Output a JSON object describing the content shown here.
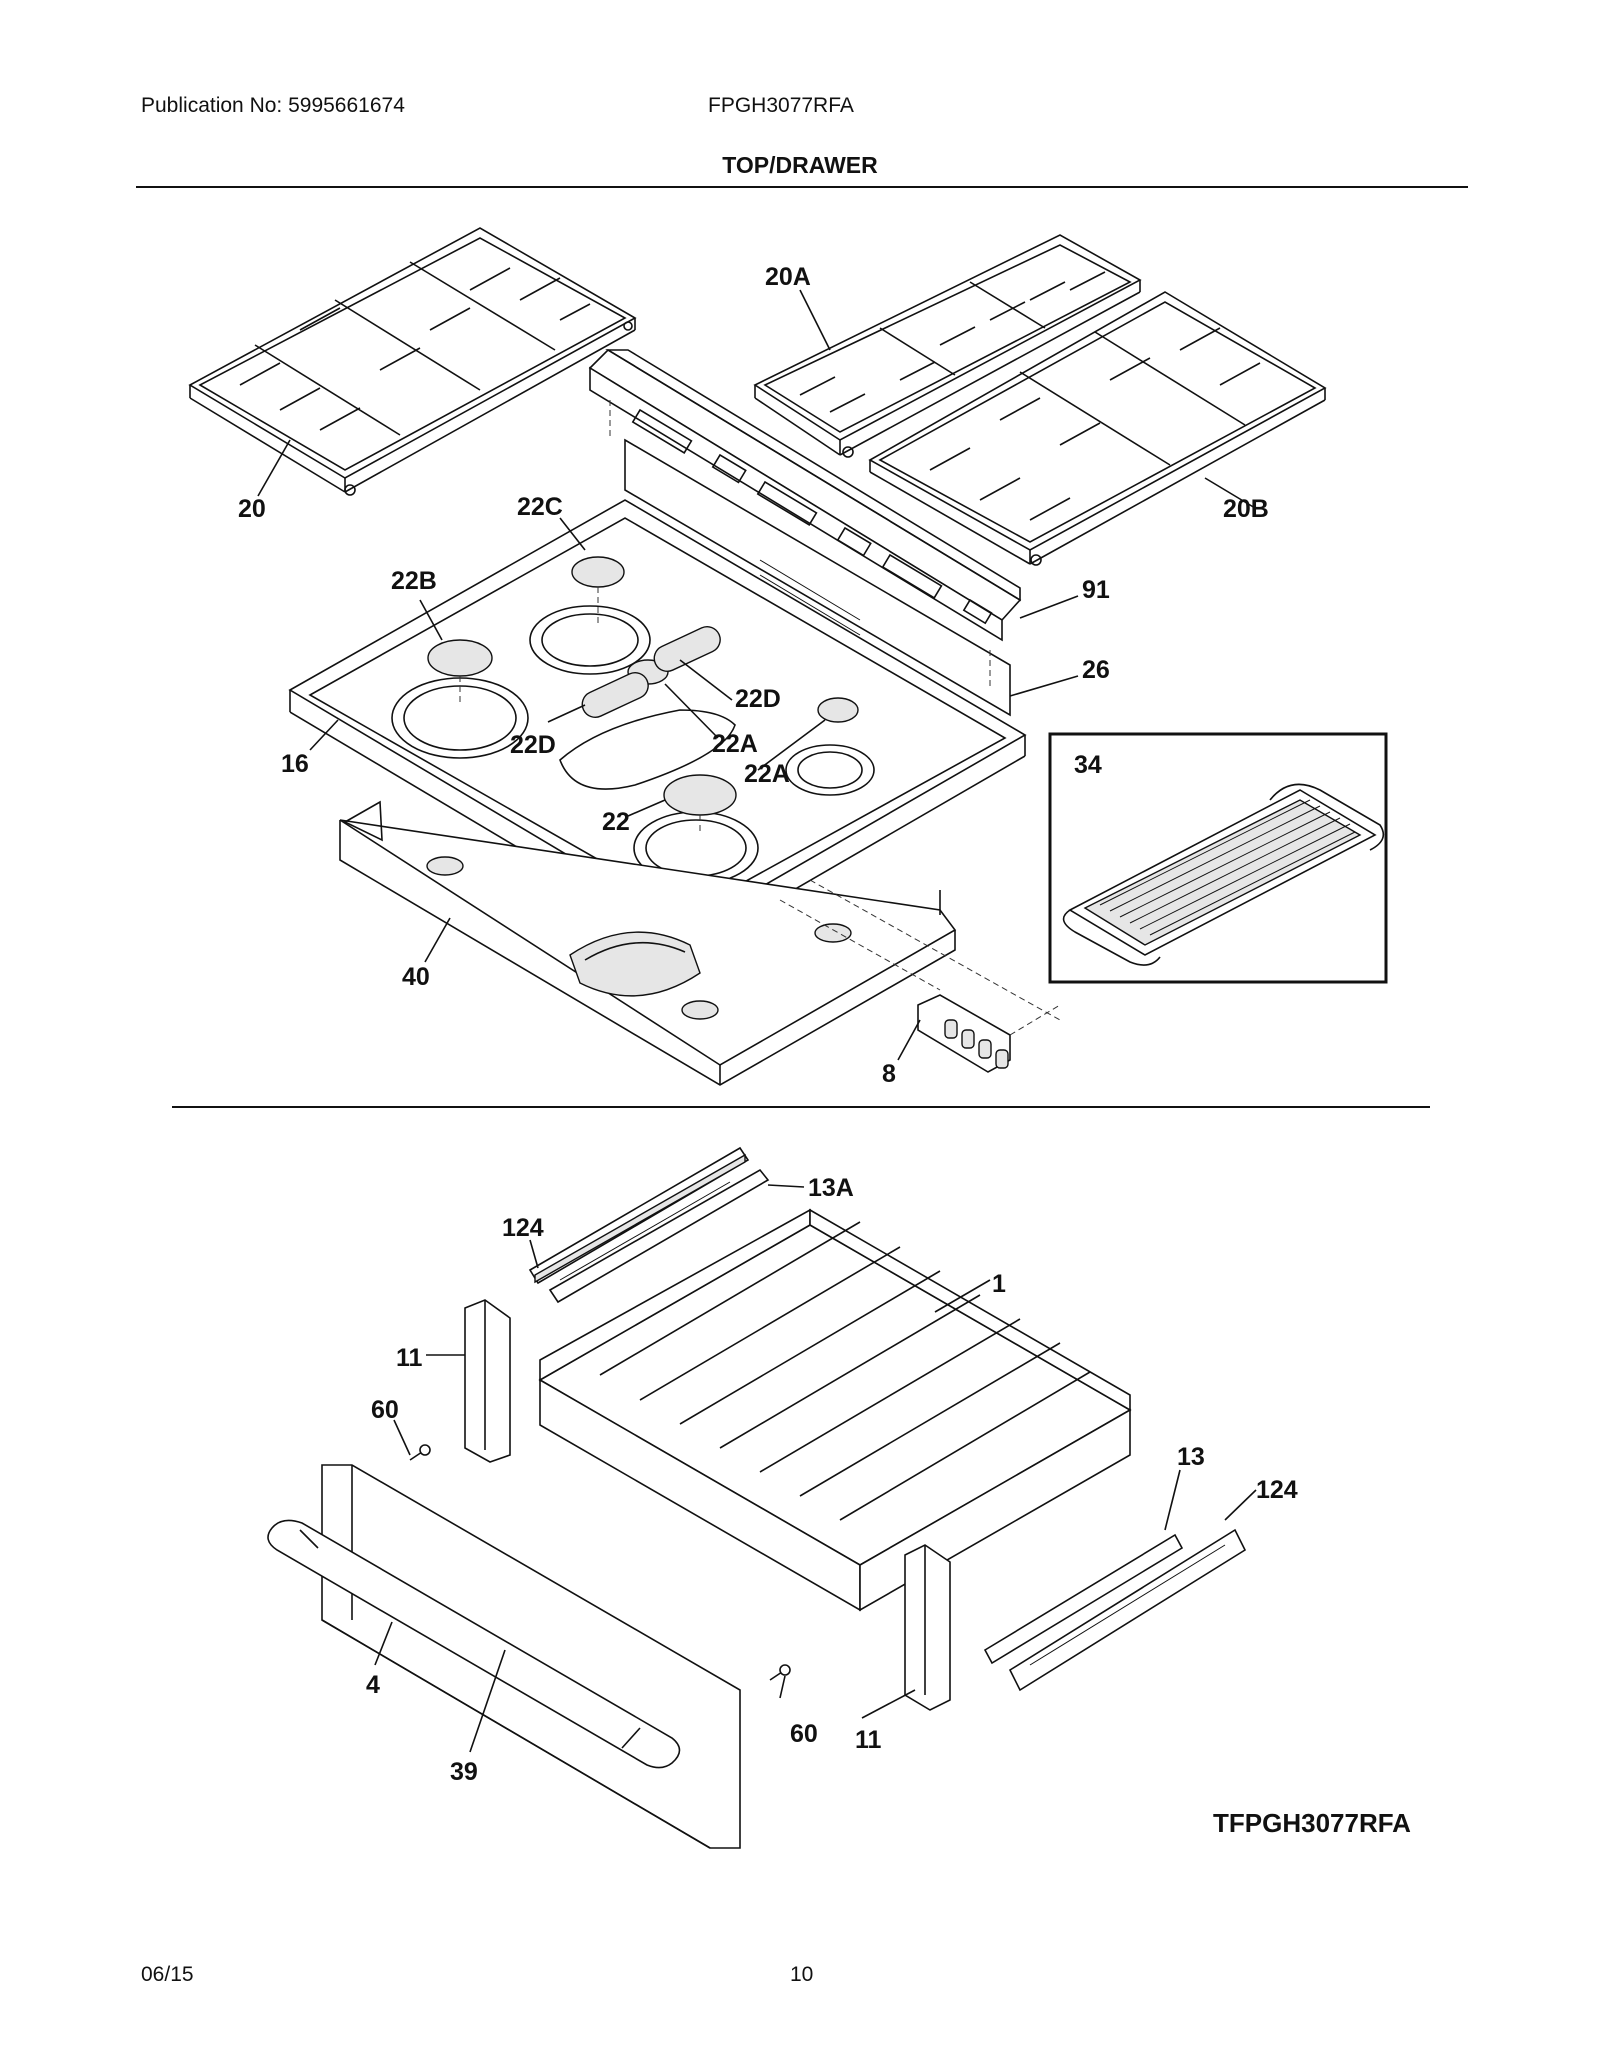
{
  "header": {
    "publication": "Publication No: 5995661674",
    "model": "FPGH3077RFA",
    "section_title": "TOP/DRAWER"
  },
  "callouts": {
    "c20": "20",
    "c20A": "20A",
    "c20B": "20B",
    "c22C": "22C",
    "c22B": "22B",
    "c91": "91",
    "c26": "26",
    "c22D_right": "22D",
    "c22D_left": "22D",
    "c22A_mid": "22A",
    "c22A_right": "22A",
    "c16": "16",
    "c22": "22",
    "c34": "34",
    "c40": "40",
    "c8": "8",
    "c13A": "13A",
    "c124_top": "124",
    "c1": "1",
    "c11_top": "11",
    "c60_top": "60",
    "c13": "13",
    "c124_right": "124",
    "c4": "4",
    "c60_bottom": "60",
    "c11_bottom": "11",
    "c39": "39"
  },
  "diagram_code": "TFPGH3077RFA",
  "footer": {
    "date": "06/15",
    "page": "10"
  }
}
